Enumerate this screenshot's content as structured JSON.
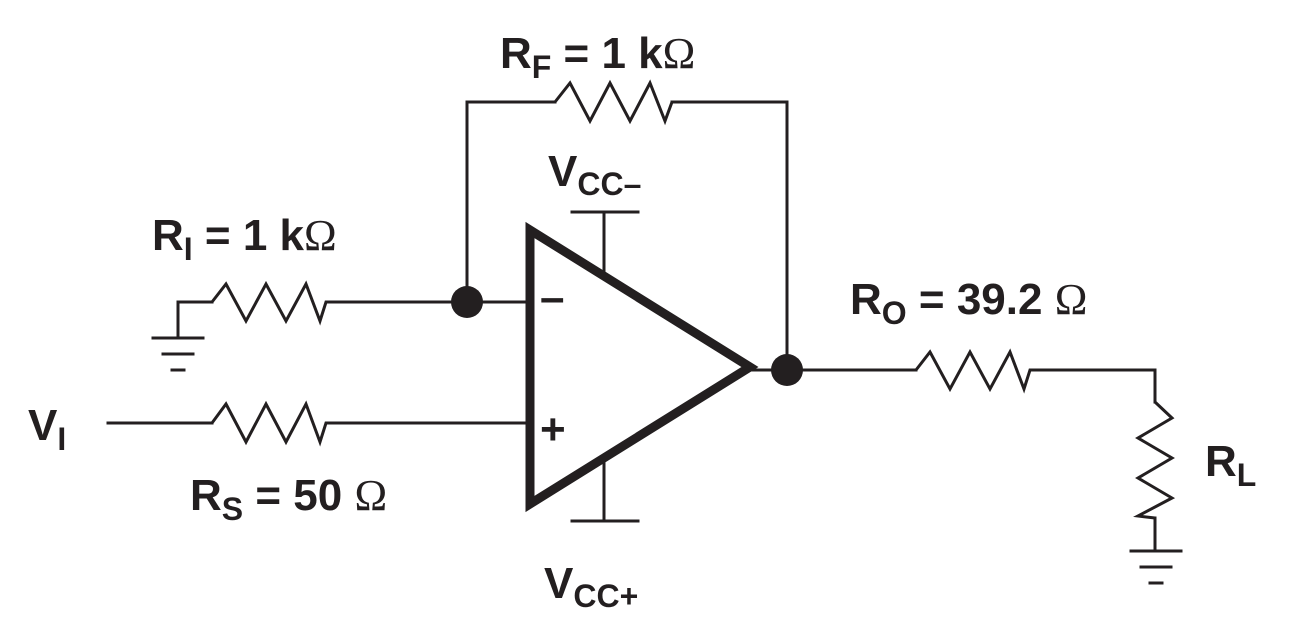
{
  "diagram": {
    "type": "op-amp circuit schematic",
    "labels": {
      "rf": {
        "main": "R",
        "sub": "F",
        "value": " = 1 k",
        "unit": "Ω"
      },
      "ri": {
        "main": "R",
        "sub": "I",
        "value": " = 1 k",
        "unit": "Ω"
      },
      "rs": {
        "main": "R",
        "sub": "S",
        "value": " = 50 ",
        "unit": "Ω"
      },
      "ro": {
        "main": "R",
        "sub": "O",
        "value": " = 39.2 ",
        "unit": "Ω"
      },
      "rl": {
        "main": "R",
        "sub": "L"
      },
      "vi": {
        "main": "V",
        "sub": "I"
      },
      "vcc_minus": {
        "main": "V",
        "sub": "CC–"
      },
      "vcc_plus": {
        "main": "V",
        "sub": "CC+"
      }
    },
    "pins": {
      "inverting": "–",
      "non_inverting": "+"
    }
  }
}
